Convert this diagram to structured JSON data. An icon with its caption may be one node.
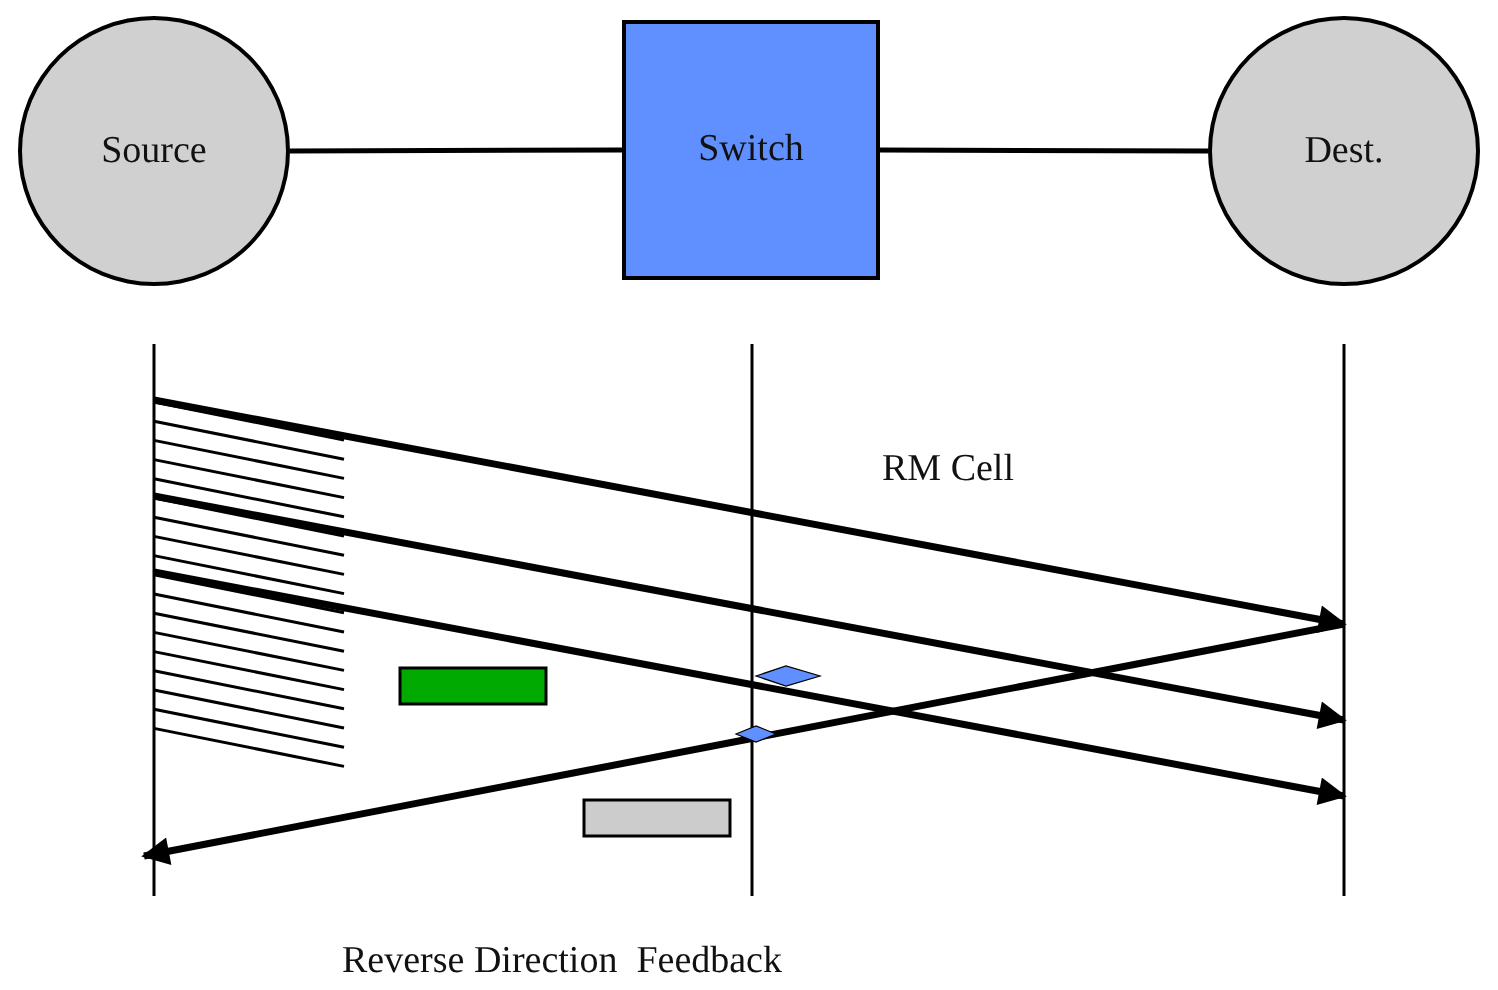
{
  "diagram": {
    "nodes": [
      {
        "text": [
          "Source"
        ]
      },
      {
        "text": [
          "Switch"
        ]
      },
      {
        "text": [
          "Dest."
        ]
      }
    ],
    "edges": [
      {
        "from": 0,
        "to": 1,
        "arrow": "none"
      },
      {
        "from": 1,
        "to": 2,
        "arrow": "none"
      }
    ],
    "labels": [
      "RM Cell",
      "Reverse Direction  Feedback"
    ]
  }
}
